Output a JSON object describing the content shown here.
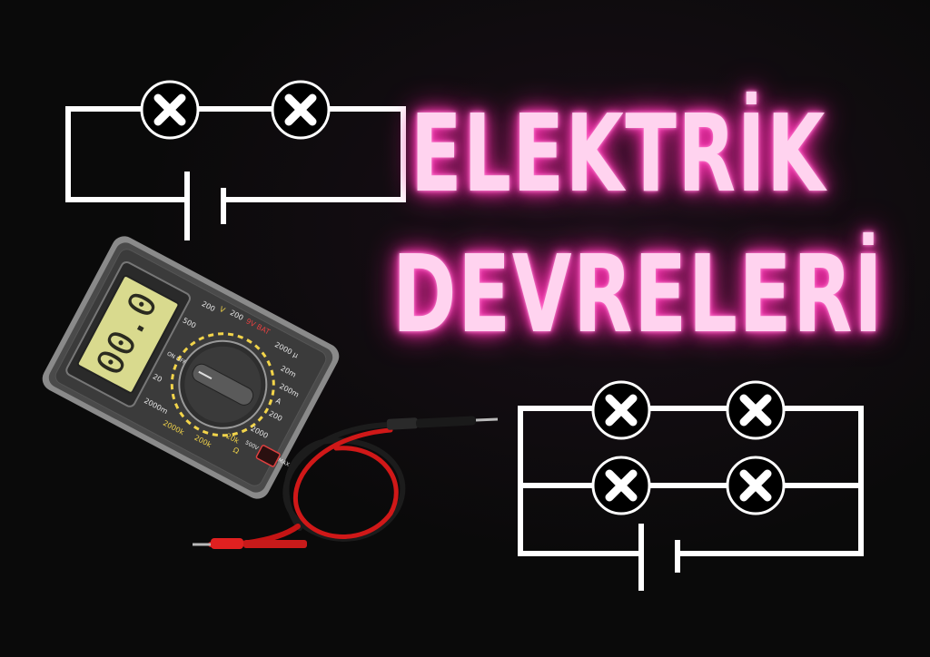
{
  "title": {
    "line1": "ELEKTRİK",
    "line2": "DEVRELERİ"
  },
  "multimeter": {
    "display": "00.0",
    "labels": {
      "on_off": "ON OFF",
      "v_dc": "V",
      "v_200": "200",
      "v_20": "20",
      "v_2000m": "2000m",
      "v_500": "500",
      "v_200b": "200",
      "bat": "9V BAT",
      "mu": "2000 µ",
      "m20": "20m",
      "m200": "200m",
      "a10": "A",
      "a200": "200",
      "ohm2000": "2000",
      "ohm20k": "20k",
      "ohm200k": "200k",
      "ohm2000k": "2000k",
      "ohm": "Ω",
      "max": "500V 200mA MAX"
    }
  },
  "colors": {
    "neon_pink": "#ff4fc0",
    "wire": "#ffffff",
    "lead_red": "#d01818",
    "lead_black": "#1a1a1a"
  }
}
